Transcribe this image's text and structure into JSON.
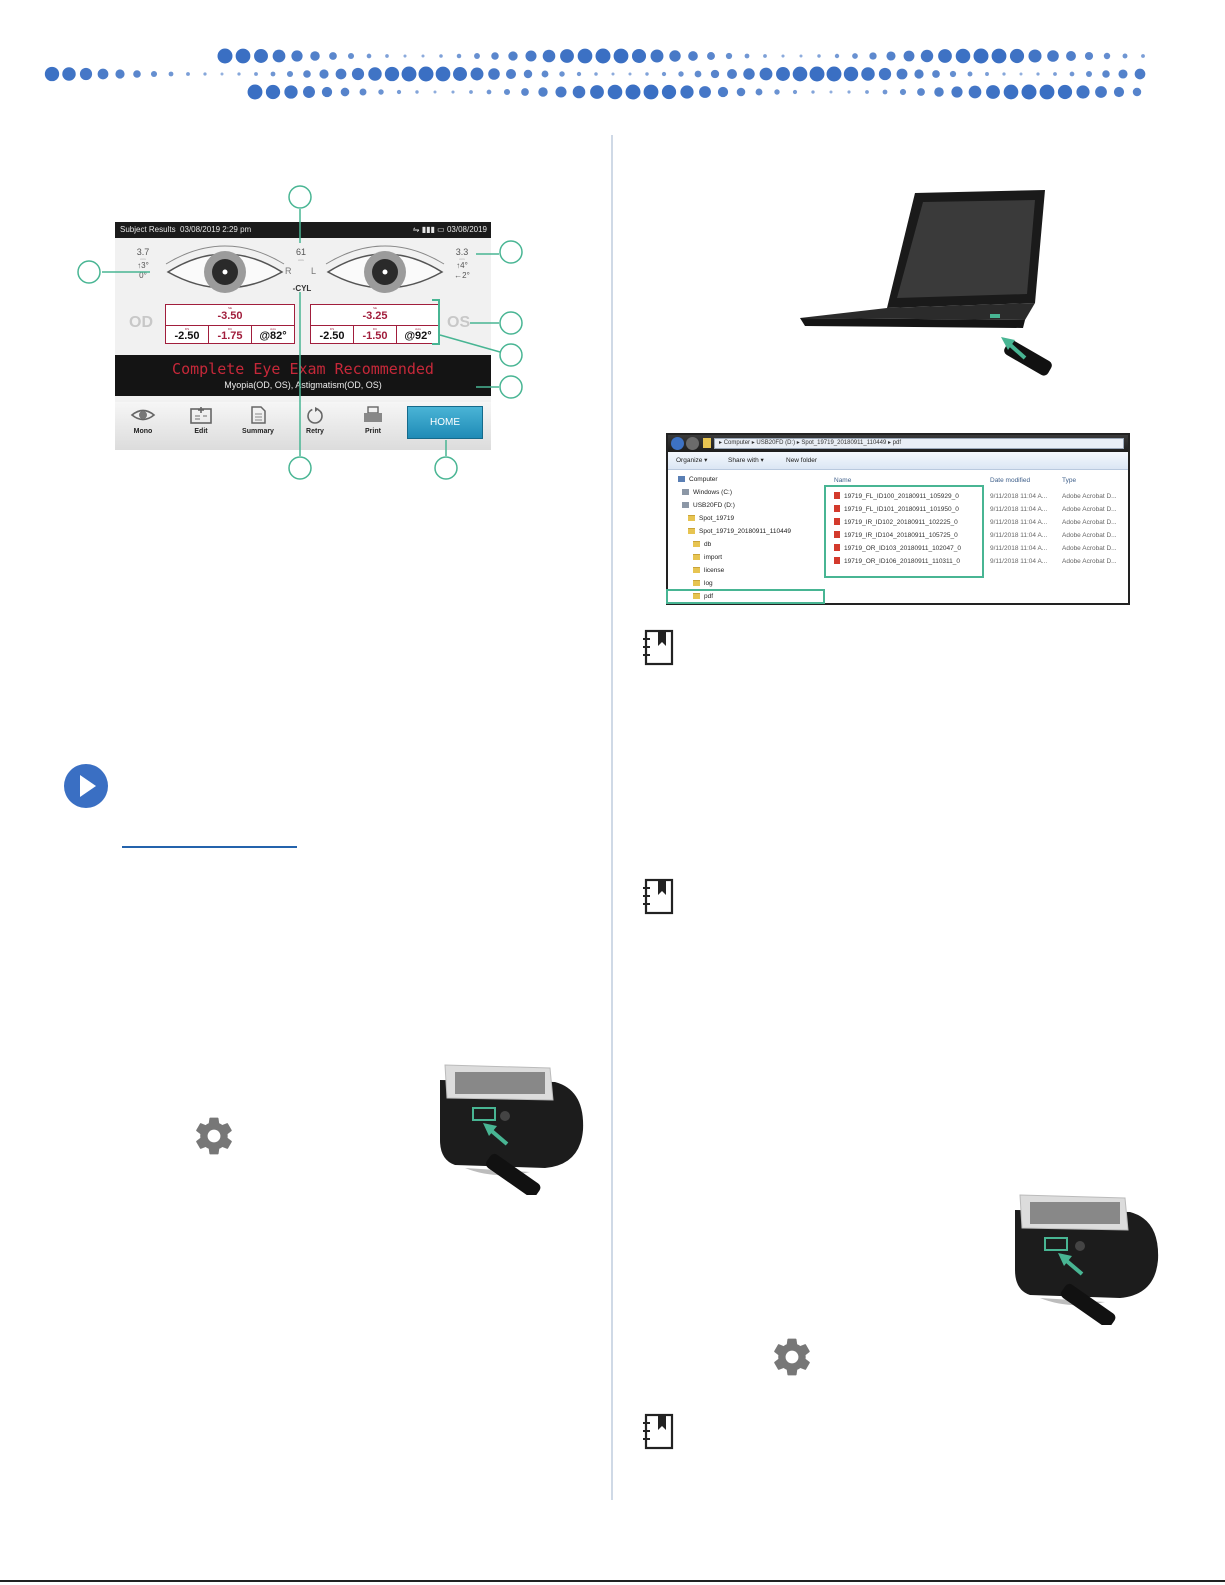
{
  "device_screen": {
    "status_title": "Subject Results",
    "status_datetime": "03/08/2019 2:29 pm",
    "status_date_right": "03/08/2019",
    "pupil_distance": "61",
    "pupil_distance_unit": "mm",
    "r_label": "R",
    "l_label": "L",
    "cyl_label": "-CYL",
    "od": {
      "label": "OD",
      "pupil_size": "3.7",
      "pupil_unit": "mm",
      "gaze_vertical": "↑3°",
      "gaze_horizontal": "0°",
      "se_label": "SE",
      "se": "-3.50",
      "ds_label": "DS",
      "ds": "-2.50",
      "dc_label": "DC",
      "dc": "-1.75",
      "axis_label": "Axis",
      "axis": "@82°"
    },
    "os": {
      "label": "OS",
      "pupil_size": "3.3",
      "pupil_unit": "mm",
      "gaze_vertical": "↑4°",
      "gaze_horizontal": "←2°",
      "se_label": "SE",
      "se": "-3.25",
      "ds_label": "DS",
      "ds": "-2.50",
      "dc_label": "DC",
      "dc": "-1.50",
      "axis_label": "Axis",
      "axis": "@92°"
    },
    "banner_title": "Complete Eye Exam Recommended",
    "banner_subtitle": "Myopia(OD, OS), Astigmatism(OD, OS)",
    "toolbar": {
      "mono": "Mono",
      "edit": "Edit",
      "summary": "Summary",
      "retry": "Retry",
      "print": "Print",
      "home": "HOME"
    }
  },
  "explorer": {
    "path": [
      "Computer",
      "USB20FD (D:)",
      "Spot_19719_20180911_110449",
      "pdf"
    ],
    "commands": [
      "Organize ▾",
      "Share with ▾",
      "New folder"
    ],
    "tree": [
      {
        "label": "Computer",
        "icon": "computer-icon"
      },
      {
        "label": "Windows (C:)",
        "icon": "drive-icon"
      },
      {
        "label": "USB20FD (D:)",
        "icon": "usb-drive-icon"
      },
      {
        "label": "Spot_19719",
        "icon": "folder-icon"
      },
      {
        "label": "Spot_19719_20180911_110449",
        "icon": "folder-icon"
      },
      {
        "label": "db",
        "icon": "folder-icon"
      },
      {
        "label": "import",
        "icon": "folder-icon"
      },
      {
        "label": "license",
        "icon": "folder-icon"
      },
      {
        "label": "log",
        "icon": "folder-icon"
      },
      {
        "label": "pdf",
        "icon": "folder-icon"
      }
    ],
    "columns": [
      "Name",
      "Date modified",
      "Type"
    ],
    "files": [
      {
        "name": "19719_FL_ID100_20180911_105929_0",
        "date": "9/11/2018 11:04 A...",
        "type": "Adobe Acrobat D..."
      },
      {
        "name": "19719_FL_ID101_20180911_101950_0",
        "date": "9/11/2018 11:04 A...",
        "type": "Adobe Acrobat D..."
      },
      {
        "name": "19719_IR_ID102_20180911_102225_0",
        "date": "9/11/2018 11:04 A...",
        "type": "Adobe Acrobat D..."
      },
      {
        "name": "19719_IR_ID104_20180911_105725_0",
        "date": "9/11/2018 11:04 A...",
        "type": "Adobe Acrobat D..."
      },
      {
        "name": "19719_OR_ID103_20180911_102047_0",
        "date": "9/11/2018 11:04 A...",
        "type": "Adobe Acrobat D..."
      },
      {
        "name": "19719_OR_ID106_20180911_110311_0",
        "date": "9/11/2018 11:04 A...",
        "type": "Adobe Acrobat D..."
      }
    ]
  },
  "icons": [
    "play-circle-icon",
    "settings-gear-icon",
    "note-bookmark-icon"
  ],
  "colors": {
    "brand_blue": "#3a6fc3",
    "callout_green": "#48b593",
    "result_red": "#a11e3c",
    "home_button": "#2a9cc6"
  }
}
